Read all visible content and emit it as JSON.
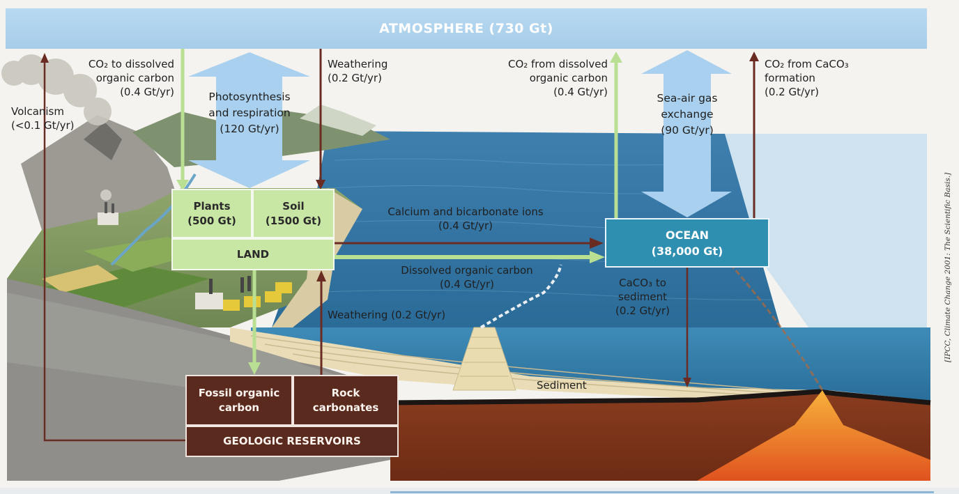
{
  "atmosphere": {
    "title": "ATMOSPHERE (730 Gt)"
  },
  "reservoirs": {
    "plants": [
      "Plants",
      "(500 Gt)"
    ],
    "soil": [
      "Soil",
      "(1500 Gt)"
    ],
    "land": "LAND",
    "ocean": [
      "OCEAN",
      "(38,000 Gt)"
    ],
    "fossil": [
      "Fossil organic",
      "carbon"
    ],
    "rock": [
      "Rock",
      "carbonates"
    ],
    "geologic": "GEOLOGIC RESERVOIRS"
  },
  "fluxes": {
    "volcanism": [
      "Volcanism",
      "(<0.1 Gt/yr)"
    ],
    "co2_to_doc": [
      "CO₂ to dissolved",
      "organic carbon",
      "(0.4 Gt/yr)"
    ],
    "photosynthesis": [
      "Photosynthesis",
      "and respiration",
      "(120 Gt/yr)"
    ],
    "weathering_top": [
      "Weathering",
      "(0.2 Gt/yr)"
    ],
    "co2_from_doc": [
      "CO₂ from dissolved",
      "organic carbon",
      "(0.4 Gt/yr)"
    ],
    "sea_air": [
      "Sea-air gas",
      "exchange",
      "(90 Gt/yr)"
    ],
    "co2_from_caco3": [
      "CO₂ from CaCO₃",
      "formation",
      "(0.2 Gt/yr)"
    ],
    "calcium": [
      "Calcium and bicarbonate ions",
      "(0.4 Gt/yr)"
    ],
    "doc": [
      "Dissolved organic carbon",
      "(0.4 Gt/yr)"
    ],
    "weathering_bottom": "Weathering (0.2 Gt/yr)",
    "caco3_sediment": [
      "CaCO₃ to",
      "sediment",
      "(0.2 Gt/yr)"
    ]
  },
  "sediment_label": "Sediment",
  "credit": "[IPCC, Climate Change 2001: The Scientific Basis.]",
  "colors": {
    "atmosphere": "#a8cfeb",
    "land": "#c8e6a4",
    "ocean": "#2e8fb0",
    "geologic": "#5b2a1e",
    "green_arrow": "#b9df93",
    "brown_arrow": "#6a2c22",
    "blue_arrow": "#a9d0ee"
  }
}
